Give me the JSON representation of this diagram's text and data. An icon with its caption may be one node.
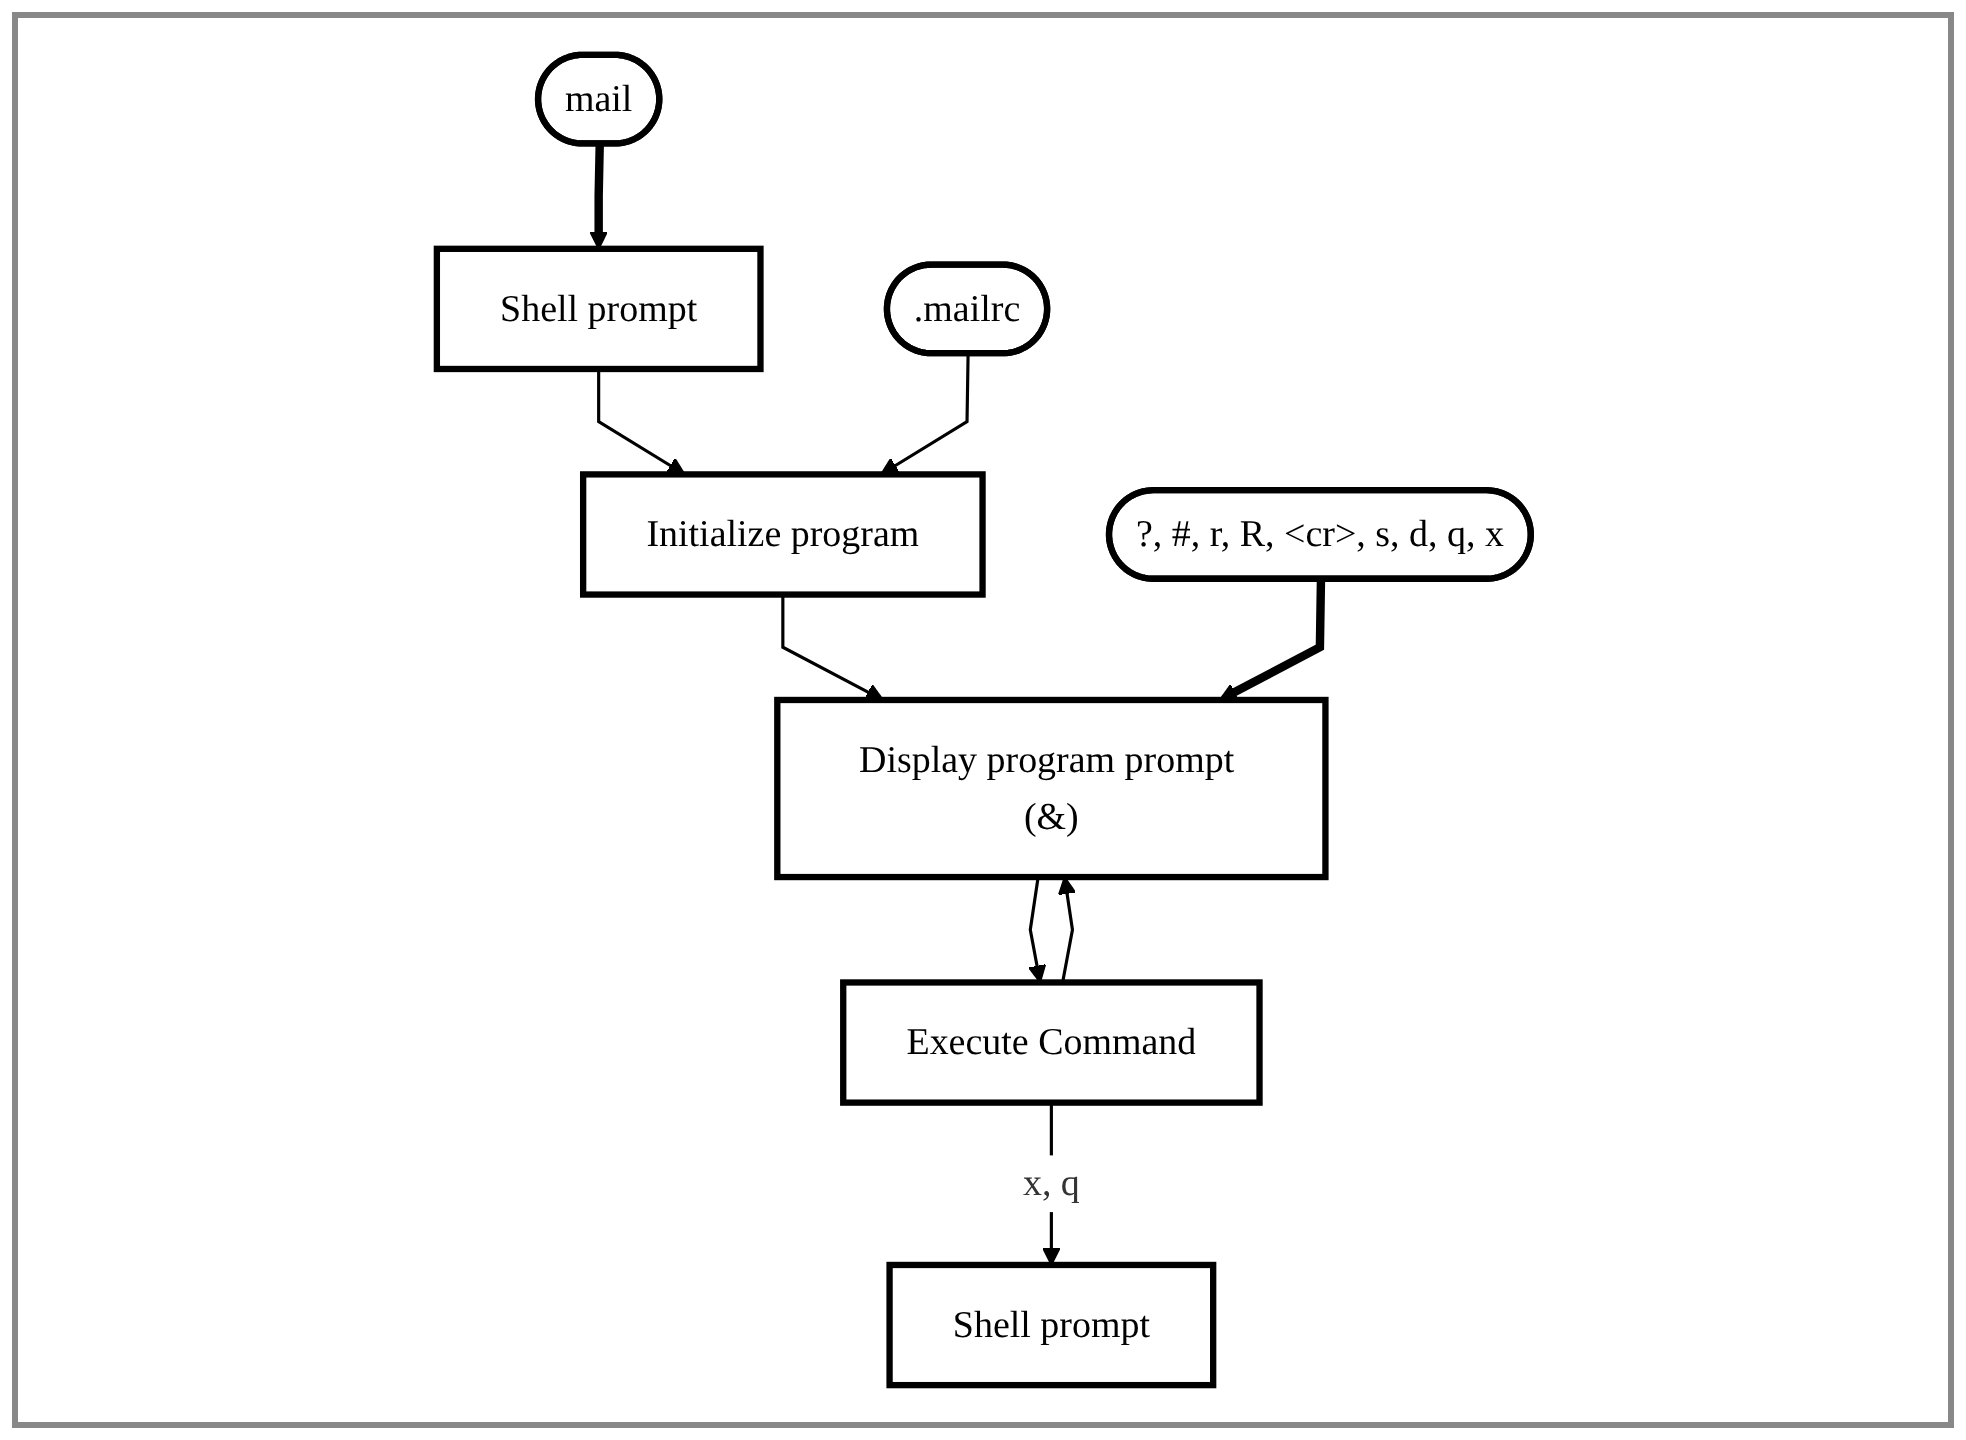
{
  "diagram": {
    "nodes": [
      {
        "text": [
          "Shell prompt"
        ]
      },
      {
        "text": [
          "mail"
        ]
      },
      {
        "text": [
          "Initialize program"
        ]
      },
      {
        "text": [
          ".mailrc"
        ]
      },
      {
        "text": [
          "Display program prompt (&)"
        ]
      },
      {
        "text": [
          "?, #, r, R, <cr>, s, d, q, x"
        ]
      },
      {
        "text": [
          "Execute Command"
        ]
      },
      {
        "text": [
          "Shell prompt"
        ]
      }
    ],
    "edges": [
      {
        "from": 1,
        "to": 0,
        "arrow": "to",
        "style": "thick"
      },
      {
        "from": 0,
        "to": 2,
        "arrow": "to"
      },
      {
        "from": 3,
        "to": 2,
        "arrow": "to"
      },
      {
        "from": 2,
        "to": 4,
        "arrow": "to"
      },
      {
        "from": 5,
        "to": 4,
        "arrow": "to",
        "style": "thick"
      },
      {
        "from": 4,
        "to": 6,
        "arrow": "to"
      },
      {
        "from": 6,
        "to": 4,
        "arrow": "to"
      },
      {
        "from": 6,
        "to": 7,
        "label": "x, q",
        "arrow": "to"
      }
    ]
  }
}
